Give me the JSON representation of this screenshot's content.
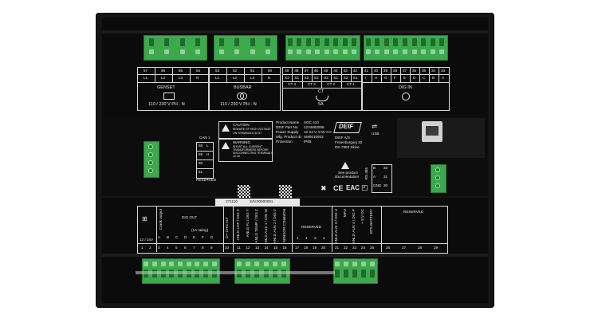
{
  "genset": {
    "pins": [
      "57",
      "56",
      "55",
      "54"
    ],
    "phases": [
      "L1",
      "L2",
      "L3",
      "N"
    ],
    "title": "GENSET",
    "voltage": "110 / 230 V PH - N"
  },
  "busbar": {
    "pins": [
      "53",
      "52",
      "51",
      "50"
    ],
    "phases": [
      "L1",
      "L2",
      "L3",
      "N"
    ],
    "title": "BUSBAR",
    "voltage": "110 / 230 V PH - N"
  },
  "ct": {
    "pins": [
      "49",
      "48",
      "47",
      "46",
      "45",
      "44",
      "43",
      "42"
    ],
    "subs": [
      "S2",
      "S1",
      "S2",
      "S1",
      "S2",
      "S1",
      "S2",
      "S1"
    ],
    "groups": [
      "CT 4",
      "CT 3",
      "CT 2",
      "CT 1"
    ],
    "title": "CT",
    "rating": "5A"
  },
  "digin": {
    "pins": [
      "41",
      "40",
      "39",
      "38",
      "37",
      "36",
      "35",
      "34",
      "33"
    ],
    "letters": [
      "I",
      "H",
      "G",
      "F",
      "E",
      "D",
      "C",
      "B",
      "A"
    ],
    "title": "DIG IN"
  },
  "caution": {
    "title": "CAUTION",
    "line1": "BEWARE OF HIGH VOLTAGE",
    "line2": "ON TERMINALS 42-57"
  },
  "warning": {
    "title": "WARNING",
    "line1": "SHORT ALL CURRENT",
    "line2": "TRANSFORMERS BEFORE",
    "line3": "DISCONNECTING TERMINALS",
    "line4": "42-49"
  },
  "product_info": {
    "labels": [
      "Product Name",
      "DEIF Part No.",
      "Power Supply",
      "Mfg. Product ID",
      "Protection"
    ],
    "values": [
      "SGC 410",
      "1224800006",
      "12-24 V, 8 W ⎓⎓",
      "SM0010942",
      "IP65"
    ]
  },
  "deif": {
    "logo": "DEIF",
    "company": "DEIF A/S",
    "street": "Frisenborgvej 33",
    "city": "DK-7800 Skive"
  },
  "usb": {
    "label": "USB"
  },
  "see_doc": {
    "line1": "See product",
    "line2": "documentation"
  },
  "can": {
    "title": "CAN 1",
    "rows": [
      "58",
      "59",
      "60",
      "61"
    ],
    "marks": [
      "L",
      "H",
      "",
      ""
    ],
    "reserved": "RESERVED"
  },
  "rs485": {
    "label": "RS 485",
    "rows": [
      {
        "label": "B",
        "num": "32"
      },
      {
        "label": "A",
        "num": "31"
      },
      {
        "label": "GND",
        "num": "30"
      }
    ]
  },
  "serial": {
    "code": "271120",
    "sn": "S/N:00000091"
  },
  "bottom": {
    "supply_label": "12 / 24V",
    "supply_pins": [
      "1",
      "2"
    ],
    "crank": "Crank output",
    "digout_title": "DIG OUT",
    "digout_rating": "(1A rating)",
    "digout_letters": [
      "A",
      "B",
      "C",
      "D",
      "E",
      "F",
      "G"
    ],
    "digout_pins": [
      "3",
      "4",
      "5",
      "6",
      "7",
      "8",
      "9"
    ],
    "charge_alt": "D+ CHG ALT",
    "pin10": "10",
    "anlg1": [
      "ANLG LOP / DIG X",
      "ANLG FL / DIG Y",
      "ANLG TEMP / DIG Z",
      "ANLG AUX 1 / DIG W",
      "ANLG AUX 2 / DIG V",
      "SENSOR COMMON"
    ],
    "anlg1_pins": [
      "11",
      "12",
      "13",
      "14",
      "15",
      "16"
    ],
    "reserved_mid": "RESERVED",
    "reserved_mid_nums": [
      "1",
      "4",
      "3",
      "2"
    ],
    "reserved_mid_pins": [
      "17",
      "18",
      "19",
      "20"
    ],
    "anlg2": [
      "ANLG AUX 3 / DIG U",
      "MPU",
      "ANLG AUX 4 / DIG P",
      "+ 8 V DC",
      "BTS BATTERY"
    ],
    "anlg2_pins": [
      "21",
      "22",
      "23",
      "24",
      "25"
    ],
    "reserved_right": "RESERVED",
    "reserved_right_pins": [
      "26",
      "27",
      "28",
      "29"
    ]
  }
}
